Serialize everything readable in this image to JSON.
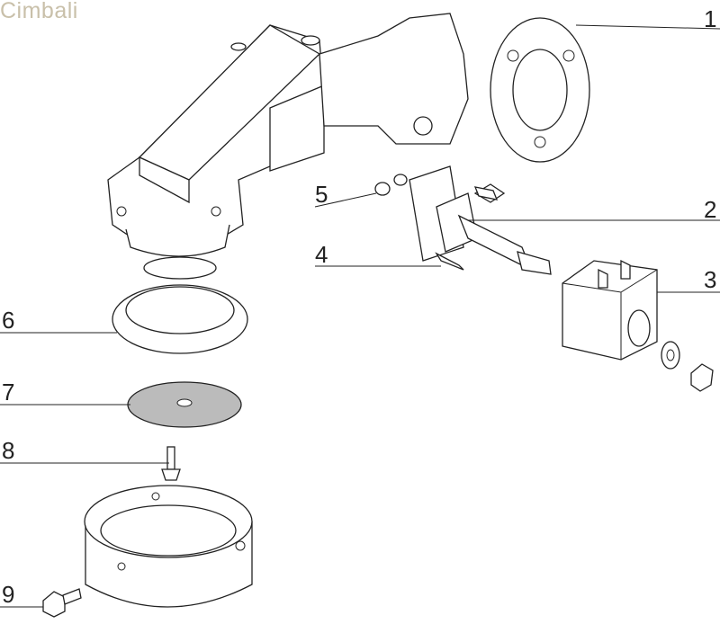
{
  "brand": {
    "logo_text": "Cimbali",
    "color": "#c9c0aa"
  },
  "callouts": [
    {
      "number": "1",
      "part": "flange"
    },
    {
      "number": "2",
      "part": "solenoid-valve"
    },
    {
      "number": "3",
      "part": "coil"
    },
    {
      "number": "4",
      "part": "screw"
    },
    {
      "number": "5",
      "part": "o-rings"
    },
    {
      "number": "6",
      "part": "gasket"
    },
    {
      "number": "7",
      "part": "shower-screen"
    },
    {
      "number": "8",
      "part": "screw"
    },
    {
      "number": "9",
      "part": "bolt"
    }
  ]
}
